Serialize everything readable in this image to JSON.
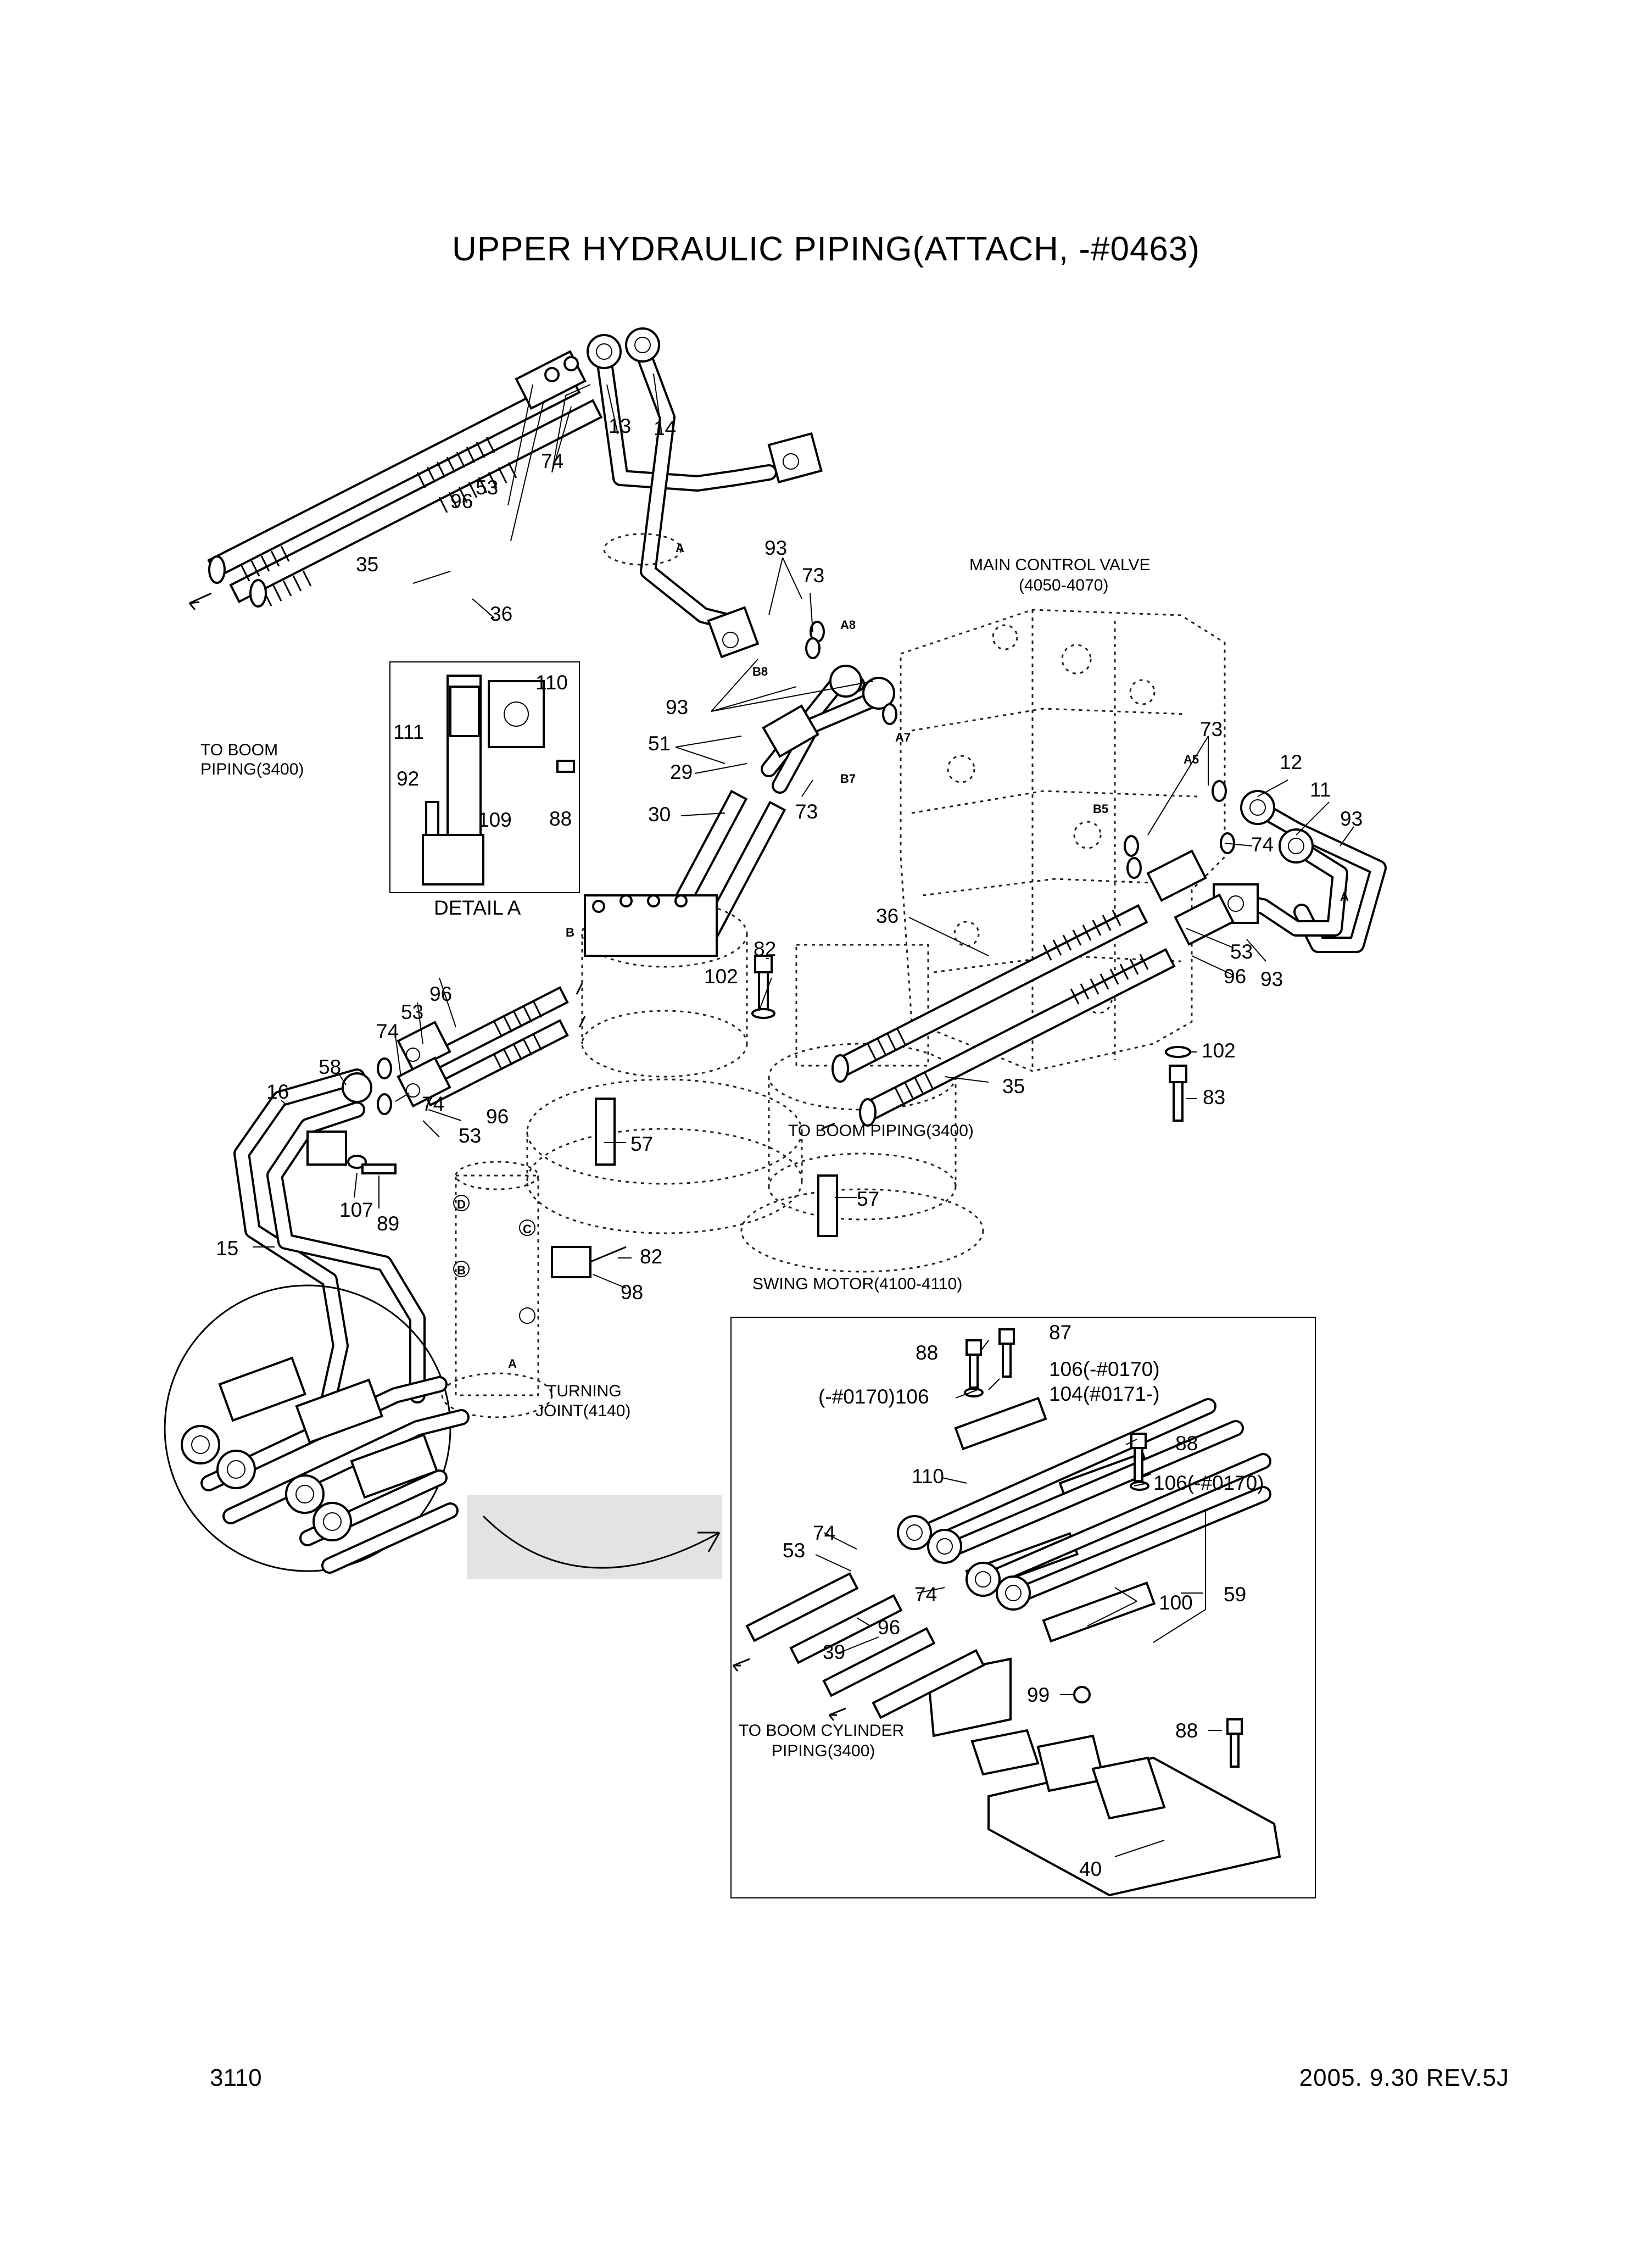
{
  "title": "UPPER HYDRAULIC PIPING(ATTACH, -#0463)",
  "page_number": "3110",
  "revision": "2005. 9.30 REV.5J",
  "captions": {
    "to_boom_piping": [
      "TO BOOM",
      "PIPING(3400)"
    ],
    "main_control_valve": [
      "MAIN CONTROL VALVE",
      "(4050-4070)"
    ],
    "detail_a": "DETAIL A",
    "to_boom_piping_right": "TO BOOM PIPING(3400)",
    "swing_motor": "SWING MOTOR(4100-4110)",
    "turning_joint": [
      "TURNING",
      "JOINT(4140)"
    ],
    "to_boom_cylinder": [
      "TO BOOM CYLINDER",
      "PIPING(3400)"
    ]
  },
  "port_labels": [
    "A8",
    "B8",
    "A7",
    "B7",
    "A5",
    "B5",
    "A",
    "B",
    "A",
    "B",
    "C",
    "D"
  ],
  "part_numbers": {
    "p13": "13",
    "p14": "14",
    "p74a": "74",
    "p53a": "53",
    "p96a": "96",
    "p35a": "35",
    "p36a": "36",
    "p93a": "93",
    "p73a": "73",
    "p93b": "93",
    "p51": "51",
    "p29": "29",
    "p30": "30",
    "p73b": "73",
    "p110a": "110",
    "p111": "111",
    "p92": "92",
    "p109": "109",
    "p88a": "88",
    "p73c": "73",
    "p12": "12",
    "p11": "11",
    "p93c": "93",
    "p74b": "74",
    "p53b": "53",
    "p96b": "96",
    "p93d": "93",
    "p36b": "36",
    "p82a": "82",
    "p102a": "102",
    "p102b": "102",
    "p83": "83",
    "p35b": "35",
    "p96c": "96",
    "p53c": "53",
    "p74c": "74",
    "p58": "58",
    "p16": "16",
    "p74d": "74",
    "p53d": "53",
    "p96d": "96",
    "p57a": "57",
    "p57b": "57",
    "p107": "107",
    "p89": "89",
    "p15": "15",
    "p82b": "82",
    "p98": "98",
    "p88b": "88",
    "p87": "87",
    "p106a": "106(-#0170)",
    "p104": "104(#0171-)",
    "p106b": "(-#0170)106",
    "p88c": "88",
    "p106c": "106(-#0170)",
    "p110b": "110",
    "p53e": "53",
    "p74e": "74",
    "p74f": "74",
    "p100": "100",
    "p59": "59",
    "p96e": "96",
    "p39": "39",
    "p99": "99",
    "p88d": "88",
    "p40": "40"
  }
}
